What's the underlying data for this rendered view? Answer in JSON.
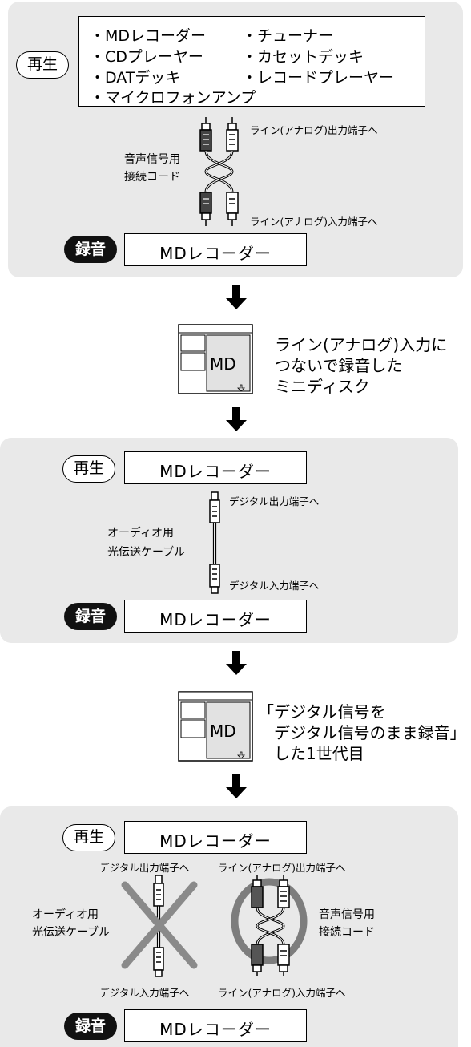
{
  "labels": {
    "playback": "再生",
    "record": "録音",
    "md_recorder": "MDレコーダー",
    "md": "MD"
  },
  "sources": [
    "・MDレコーダー",
    "・チューナー",
    "・CDプレーヤー",
    "・カセットデッキ",
    "・DATデッキ",
    "・レコードプレーヤー",
    "・マイクロフォンアンプ"
  ],
  "connections": {
    "line_out": "ライン(アナログ)出力端子へ",
    "line_in": "ライン(アナログ)入力端子へ",
    "digital_out": "デジタル出力端子へ",
    "digital_in": "デジタル入力端子へ",
    "audio_cord_1": "音声信号用",
    "audio_cord_2": "接続コード",
    "optical_1": "オーディオ用",
    "optical_2": "光伝送ケーブル"
  },
  "disc_notes": {
    "analog_1": "ライン(アナログ)入力に",
    "analog_2": "つないで録音した",
    "analog_3": "ミニディスク",
    "digital_1": "「デジタル信号を",
    "digital_2": "デジタル信号のまま録音」",
    "digital_3": "した1世代目"
  },
  "colors": {
    "panel": "#e9e9e9",
    "record_badge": "#111111",
    "prohibit_x": "#8a8a8a",
    "allowed_ring": "#7d7d7d"
  },
  "icons": [
    "arrow-down-icon",
    "minidisc-icon",
    "rca-plug-icon",
    "optical-plug-icon",
    "prohibited-x-icon",
    "allowed-circle-icon"
  ]
}
